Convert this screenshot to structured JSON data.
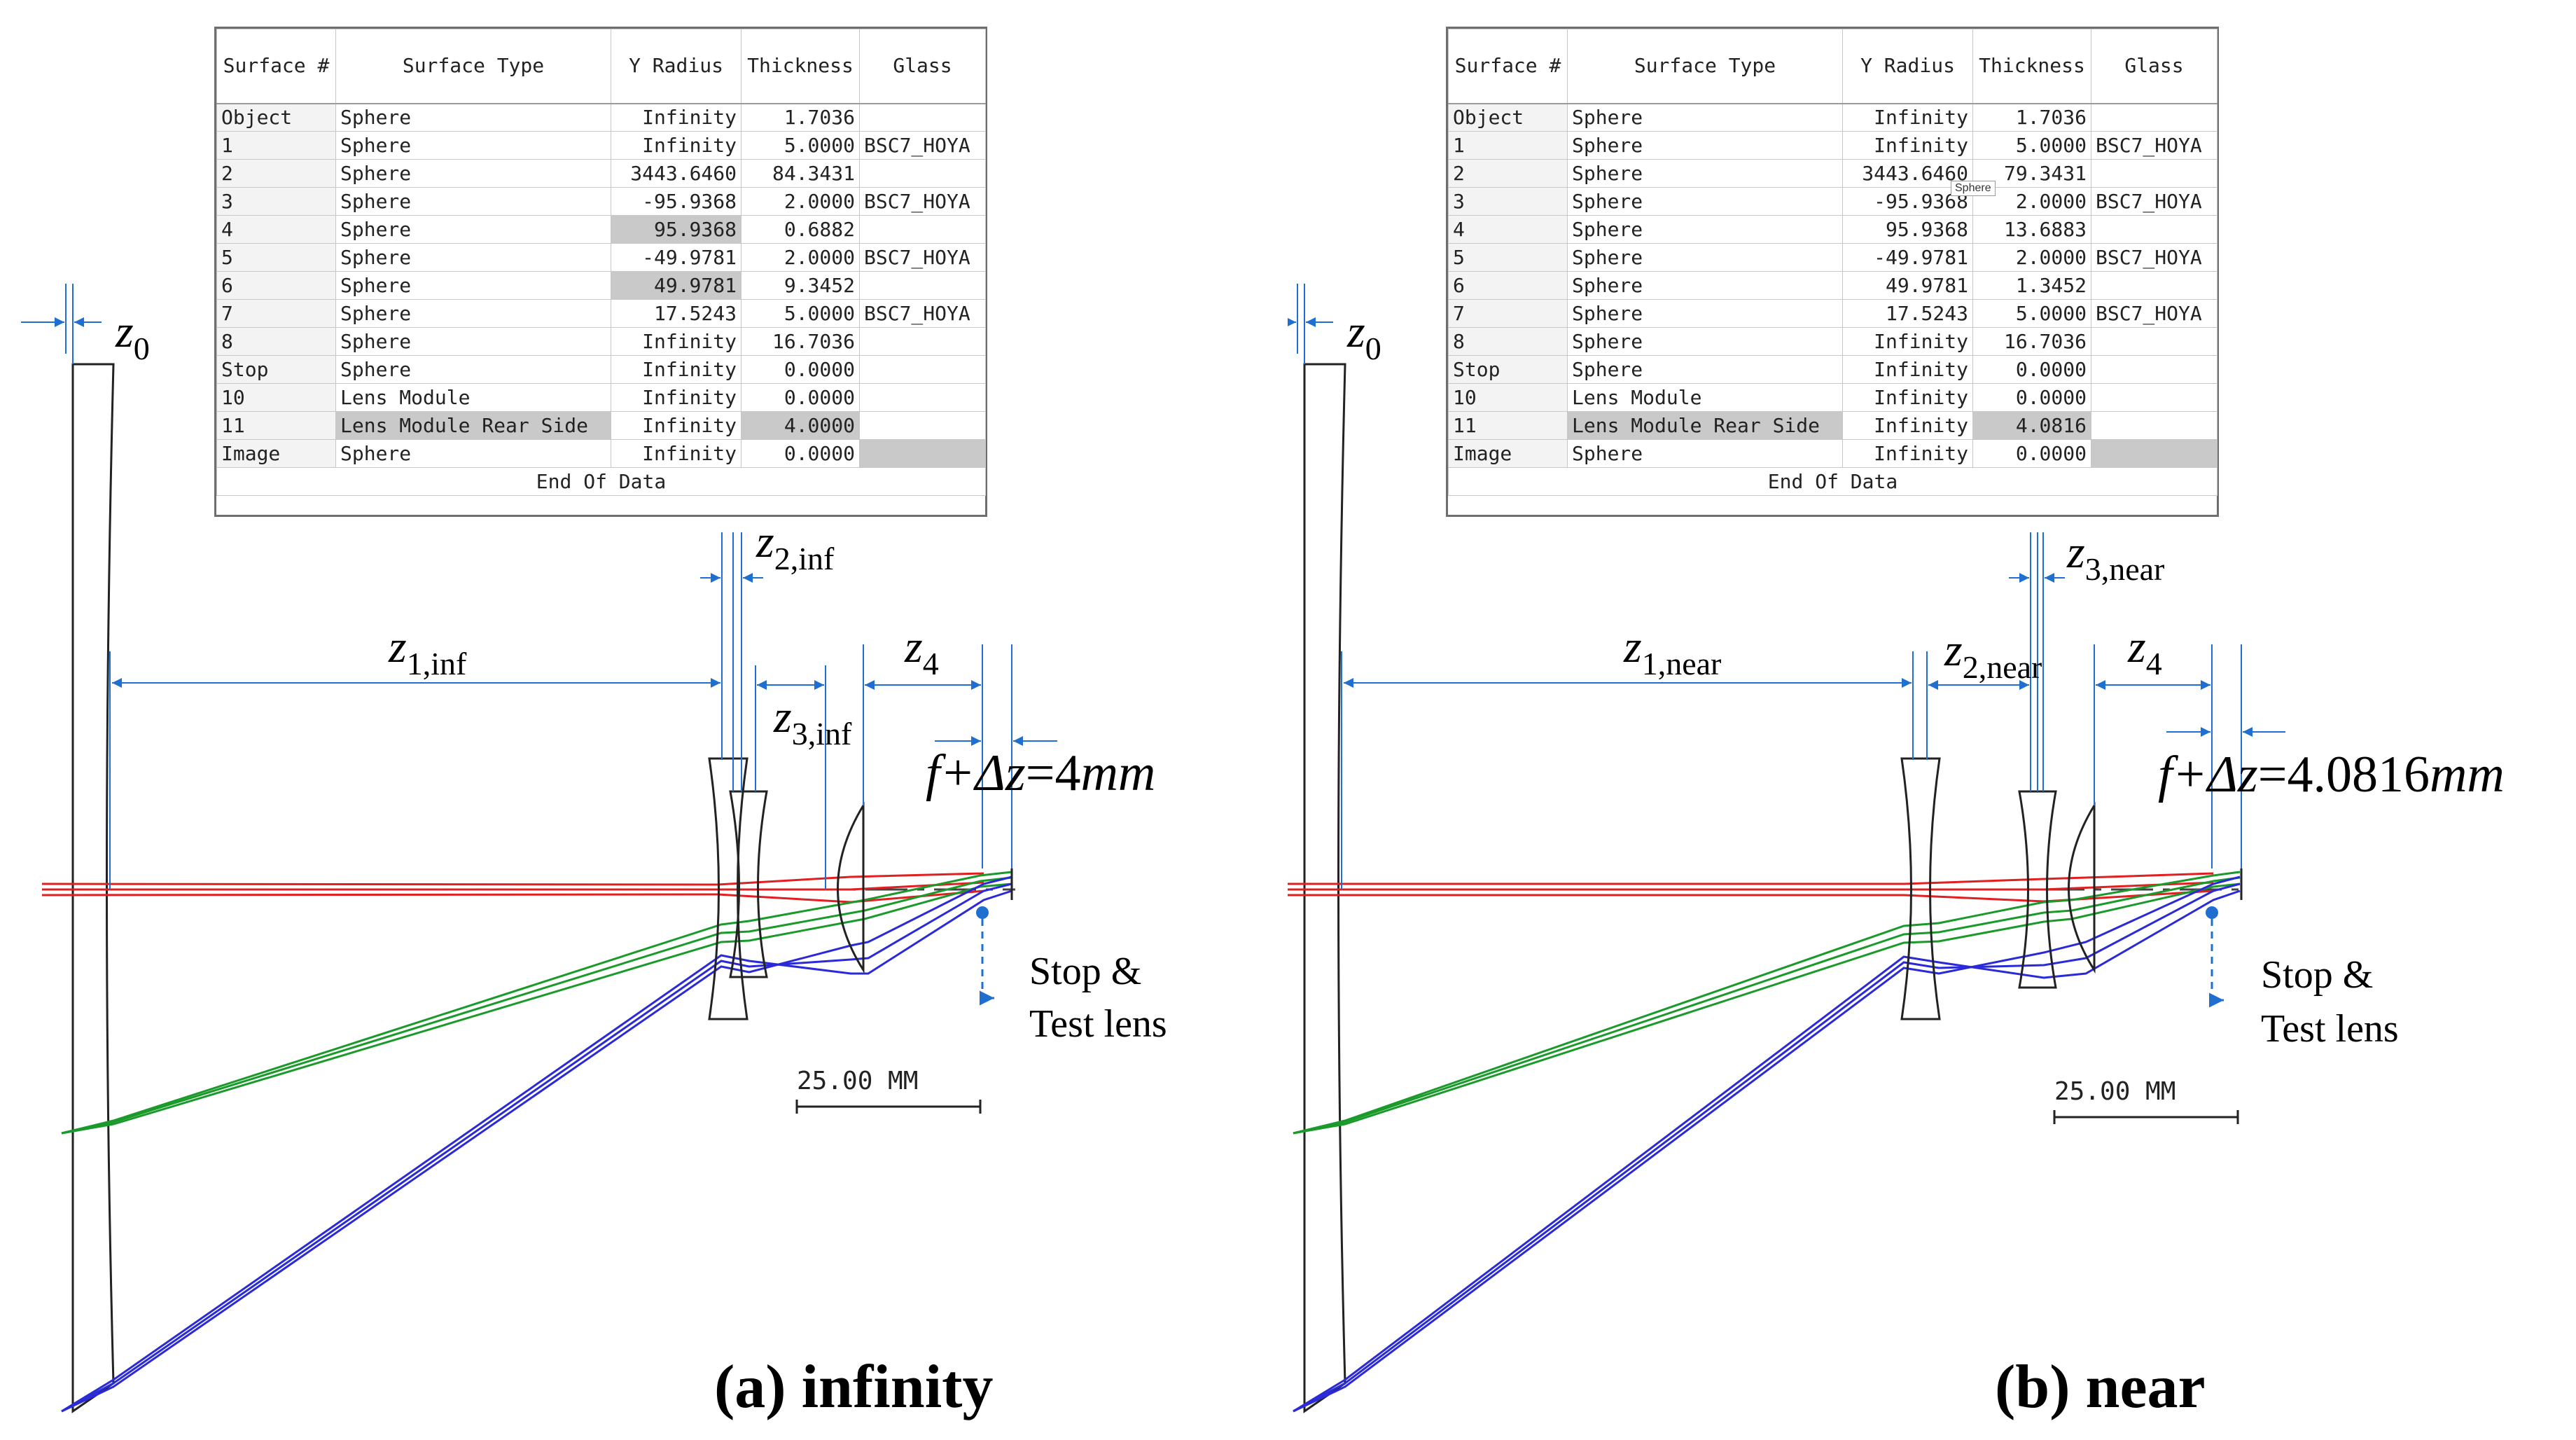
{
  "table_headers": {
    "surface": "Surface #",
    "type": "Surface Type",
    "radius": "Y Radius",
    "thickness": "Thickness",
    "glass": "Glass"
  },
  "end_of_data": "End Of Data",
  "scale_bar": "25.00 MM",
  "stop_label": [
    "Stop &",
    "Test lens"
  ],
  "panels": [
    {
      "caption": "(a) infinity",
      "labels": {
        "z0": "z",
        "z0_sub": "0",
        "z1": "z",
        "z1_sub": "1,inf",
        "z2": "z",
        "z2_sub": "2,inf",
        "z3": "z",
        "z3_sub": "3,inf",
        "z4": "z",
        "z4_sub": "4",
        "focus_f": "f+Δz",
        "focus_eq": "=4",
        "focus_unit": "mm"
      },
      "rows": [
        {
          "surface": "Object",
          "type": "Sphere",
          "radius": "Infinity",
          "thickness": "1.7036",
          "glass": ""
        },
        {
          "surface": "1",
          "type": "Sphere",
          "radius": "Infinity",
          "thickness": "5.0000",
          "glass": "BSC7_HOYA"
        },
        {
          "surface": "2",
          "type": "Sphere",
          "radius": "3443.6460",
          "thickness": "84.3431",
          "glass": ""
        },
        {
          "surface": "3",
          "type": "Sphere",
          "radius": "-95.9368",
          "thickness": "2.0000",
          "glass": "BSC7_HOYA"
        },
        {
          "surface": "4",
          "type": "Sphere",
          "radius": "95.9368",
          "thickness": "0.6882",
          "glass": ""
        },
        {
          "surface": "5",
          "type": "Sphere",
          "radius": "-49.9781",
          "thickness": "2.0000",
          "glass": "BSC7_HOYA"
        },
        {
          "surface": "6",
          "type": "Sphere",
          "radius": "49.9781",
          "thickness": "9.3452",
          "glass": ""
        },
        {
          "surface": "7",
          "type": "Sphere",
          "radius": "17.5243",
          "thickness": "5.0000",
          "glass": "BSC7_HOYA"
        },
        {
          "surface": "8",
          "type": "Sphere",
          "radius": "Infinity",
          "thickness": "16.7036",
          "glass": ""
        },
        {
          "surface": "Stop",
          "type": "Sphere",
          "radius": "Infinity",
          "thickness": "0.0000",
          "glass": ""
        },
        {
          "surface": "10",
          "type": "Lens Module",
          "radius": "Infinity",
          "thickness": "0.0000",
          "glass": ""
        },
        {
          "surface": "11",
          "type": "Lens Module Rear Side",
          "radius": "Infinity",
          "thickness": "4.0000",
          "glass": ""
        },
        {
          "surface": "Image",
          "type": "Sphere",
          "radius": "Infinity",
          "thickness": "0.0000",
          "glass": ""
        }
      ]
    },
    {
      "caption": "(b) near",
      "tooltip": "Sphere",
      "labels": {
        "z0": "z",
        "z0_sub": "0",
        "z1": "z",
        "z1_sub": "1,near",
        "z2": "z",
        "z2_sub": "2,near",
        "z3": "z",
        "z3_sub": "3,near",
        "z4": "z",
        "z4_sub": "4",
        "focus_f": "f+Δz",
        "focus_eq": "=4.0816",
        "focus_unit": "mm"
      },
      "rows": [
        {
          "surface": "Object",
          "type": "Sphere",
          "radius": "Infinity",
          "thickness": "1.7036",
          "glass": ""
        },
        {
          "surface": "1",
          "type": "Sphere",
          "radius": "Infinity",
          "thickness": "5.0000",
          "glass": "BSC7_HOYA"
        },
        {
          "surface": "2",
          "type": "Sphere",
          "radius": "3443.6460",
          "thickness": "79.3431",
          "glass": ""
        },
        {
          "surface": "3",
          "type": "Sphere",
          "radius": "-95.9368",
          "thickness": "2.0000",
          "glass": "BSC7_HOYA"
        },
        {
          "surface": "4",
          "type": "Sphere",
          "radius": "95.9368",
          "thickness": "13.6883",
          "glass": ""
        },
        {
          "surface": "5",
          "type": "Sphere",
          "radius": "-49.9781",
          "thickness": "2.0000",
          "glass": "BSC7_HOYA"
        },
        {
          "surface": "6",
          "type": "Sphere",
          "radius": "49.9781",
          "thickness": "1.3452",
          "glass": ""
        },
        {
          "surface": "7",
          "type": "Sphere",
          "radius": "17.5243",
          "thickness": "5.0000",
          "glass": "BSC7_HOYA"
        },
        {
          "surface": "8",
          "type": "Sphere",
          "radius": "Infinity",
          "thickness": "16.7036",
          "glass": ""
        },
        {
          "surface": "Stop",
          "type": "Sphere",
          "radius": "Infinity",
          "thickness": "0.0000",
          "glass": ""
        },
        {
          "surface": "10",
          "type": "Lens Module",
          "radius": "Infinity",
          "thickness": "0.0000",
          "glass": ""
        },
        {
          "surface": "11",
          "type": "Lens Module Rear Side",
          "radius": "Infinity",
          "thickness": "4.0816",
          "glass": ""
        },
        {
          "surface": "Image",
          "type": "Sphere",
          "radius": "Infinity",
          "thickness": "0.0000",
          "glass": ""
        }
      ]
    }
  ],
  "colors": {
    "axis_ray": "#e02020",
    "field_green": "#1a9a2a",
    "field_blue": "#2a2ad8",
    "dimension": "#1f6fd0",
    "lens": "#222222"
  }
}
